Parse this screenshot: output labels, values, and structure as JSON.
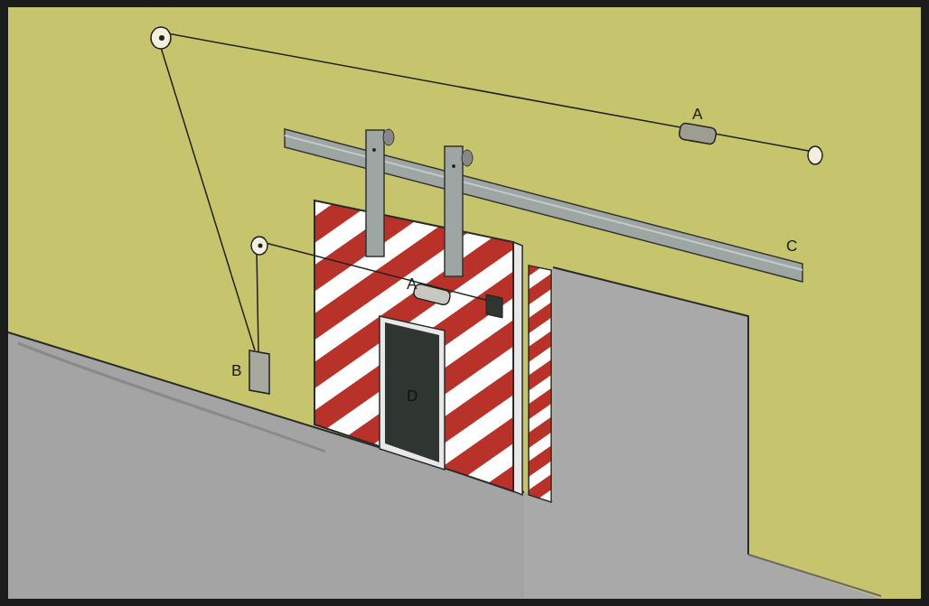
{
  "diagram": {
    "labels": [
      "A",
      "A",
      "B",
      "C",
      "D"
    ]
  }
}
